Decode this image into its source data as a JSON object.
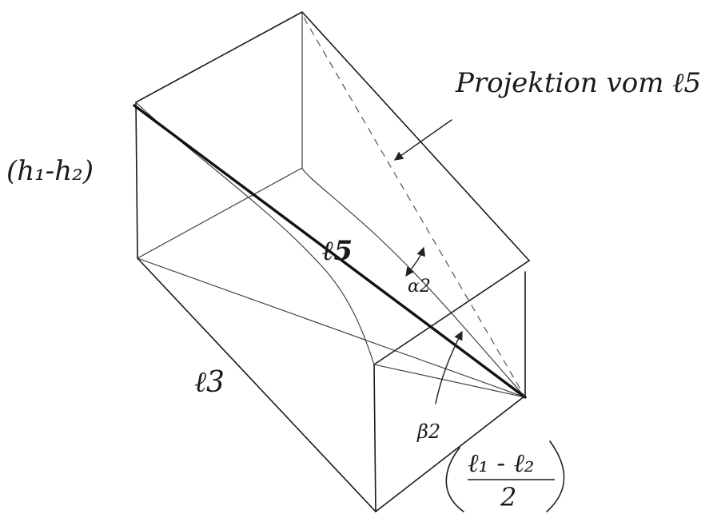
{
  "labels": {
    "height": "(h₁-h₂)",
    "diagonal": "ℓ5",
    "length": "ℓ3",
    "width_numerator": "ℓ₁ - ℓ₂",
    "width_denominator": "2",
    "alpha": "α2",
    "beta": "β2",
    "projection_note": "Projektion vom ℓ5"
  }
}
